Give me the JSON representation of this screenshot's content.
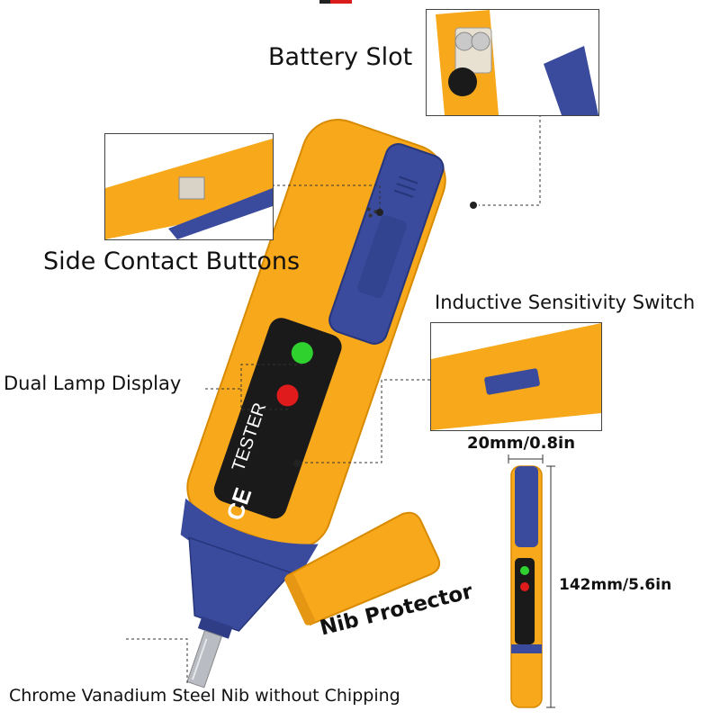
{
  "labels": {
    "battery_slot": "Battery Slot",
    "side_contact": "Side Contact Buttons",
    "inductive": "Inductive Sensitivity Switch",
    "dual_lamp": "Dual Lamp Display",
    "width": "20mm/0.8in",
    "length": "142mm/5.6in",
    "nib_protector": "Nib Protector",
    "chrome_nib": "Chrome Vanadium Steel Nib without Chipping"
  },
  "device": {
    "brand_text": "TESTER",
    "ce_mark": "CE",
    "body_color": "#f7a81b",
    "accent_color": "#3a4a9c",
    "lamp_green": "#2fd12f",
    "lamp_red": "#e01b1b"
  }
}
